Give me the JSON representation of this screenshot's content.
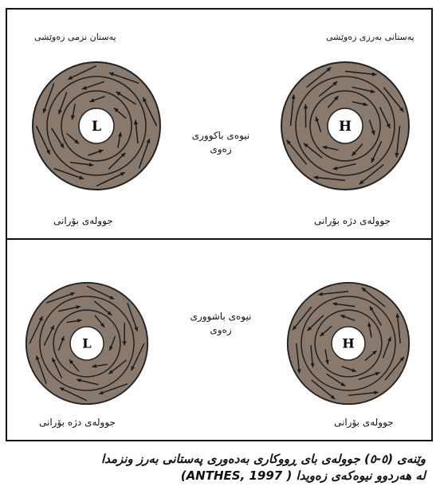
{
  "top_panel": {
    "label_left": "پەستان نزمی زەوێشی",
    "label_right": "پەستانی بەرزی زەوێشی",
    "center_label_line1": "نیوەی باکووری",
    "center_label_line2": "زەوی",
    "low_symbol": "L",
    "high_symbol": "H",
    "bottom_left": "جوولەی بۆرانی",
    "bottom_right": "جوولەی دژە بۆرانی"
  },
  "bottom_panel": {
    "center_label_line1": "نیوەی باشووری",
    "center_label_line2": "زەوی",
    "low_symbol": "L",
    "high_symbol": "H",
    "bottom_left": "جوولەی دژە بۆرانی",
    "bottom_right": "جوولەی بۆرانی"
  },
  "caption": {
    "line1": "وێنەی (٥-٥) جوولەی بای ڕووکاری بەدەوری پەستانی بەرز ونزمدا",
    "line2": "لە هەردوو نیوەکەی زەویدا ( ANTHES, 1997)"
  },
  "colors": {
    "disc_fill": "#8a7a6e",
    "ring_line": "#222222",
    "arrow": "#1a1a1a",
    "center_fill": "#ffffff"
  }
}
